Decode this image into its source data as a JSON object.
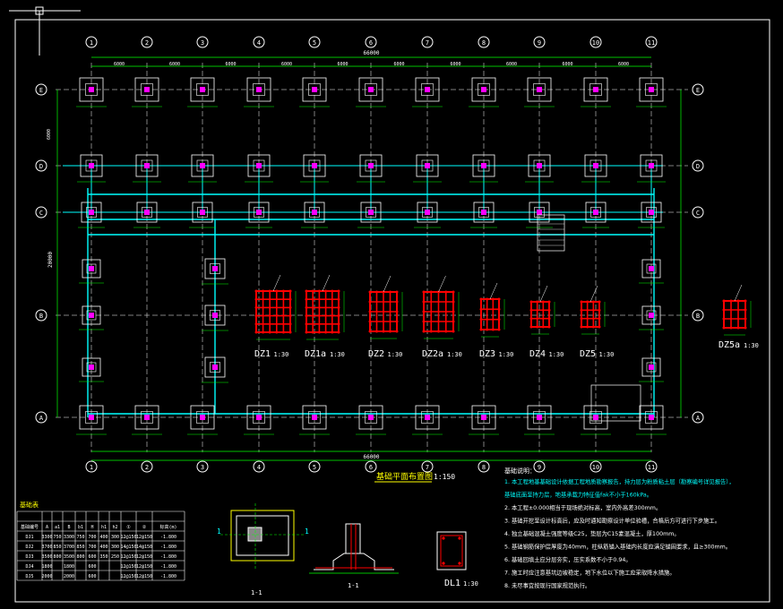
{
  "colors": {
    "background": "#000000",
    "grid_line": "#ffffff",
    "dimension": "#00ff00",
    "beam": "#00ffff",
    "column": "#ff00ff",
    "rebar": "#ff0000",
    "footing": "#ffffff",
    "text_yellow": "#ffff00",
    "text_cyan": "#00ffff",
    "text_white": "#ffffff"
  },
  "plan": {
    "title": "基础平面布置图",
    "scale": "1:150",
    "axes_x": [
      "1",
      "2",
      "3",
      "4",
      "5",
      "6",
      "7",
      "8",
      "9",
      "10",
      "11"
    ],
    "axes_y": [
      "A",
      "B",
      "C",
      "D",
      "E"
    ],
    "dim_total": "66000",
    "dim_bay": "6000",
    "dim_depth": "20000",
    "dim_span": "6000"
  },
  "columns": [
    {
      "label": "DZ1",
      "scale": "1:30"
    },
    {
      "label": "DZ1a",
      "scale": "1:30"
    },
    {
      "label": "DZ2",
      "scale": "1:30"
    },
    {
      "label": "DZ2a",
      "scale": "1:30"
    },
    {
      "label": "DZ3",
      "scale": "1:30"
    },
    {
      "label": "DZ4",
      "scale": "1:30"
    },
    {
      "label": "DZ5",
      "scale": "1:30"
    },
    {
      "label": "DZ5a",
      "scale": "1:30"
    }
  ],
  "schedule": {
    "title": "基础表",
    "headers": [
      "基础编号",
      "A",
      "a1",
      "B",
      "b1",
      "H",
      "h1",
      "h2",
      "①",
      "②",
      "标高(m)"
    ],
    "rows": [
      [
        "DJ1",
        "3300",
        "750",
        "3300",
        "750",
        "700",
        "400",
        "300",
        "12@150",
        "12@150",
        "-1.800"
      ],
      [
        "DJ2",
        "3700",
        "850",
        "3700",
        "850",
        "700",
        "400",
        "300",
        "14@150",
        "14@150",
        "-1.800"
      ],
      [
        "DJ3",
        "3500",
        "800",
        "3500",
        "800",
        "600",
        "350",
        "250",
        "12@150",
        "12@150",
        "-1.800"
      ],
      [
        "DJ4",
        "1800",
        "",
        "1800",
        "",
        "600",
        "",
        "",
        "12@150",
        "12@150",
        "-1.800"
      ],
      [
        "DJ5",
        "2000",
        "",
        "2000",
        "",
        "600",
        "",
        "",
        "12@150",
        "12@150",
        "-1.800"
      ]
    ]
  },
  "details": {
    "section_label": "1-1",
    "beam_label": "DL1",
    "beam_scale": "1:30",
    "mark_one": "1"
  },
  "notes": {
    "title": "基础说明：",
    "lines": [
      "1. 本工程地基基础设计依据工程地质勘察报告，持力层为粉质粘土层（勘察编号详见报告），",
      "   基础底面至持力层，地基承载力特征值fak不小于160kPa。",
      "2. 本工程±0.000相当于现场绝对标高，室内外高差300mm。",
      "3. 基础开挖至设计标高后，应及时通知勘察设计单位验槽，合格后方可进行下步施工。",
      "4. 独立基础混凝土强度等级C25，垫层为C15素混凝土，厚100mm。",
      "5. 基础钢筋保护层厚度为40mm，柱纵筋锚入基础内长度应满足锚固要求，且≥300mm。",
      "6. 基础回填土应分层夯实，压实系数不小于0.94。",
      "7. 施工时应注意基坑边坡稳定，地下水位以下施工应采取降水措施。",
      "8. 未尽事宜按现行国家规范执行。"
    ]
  }
}
